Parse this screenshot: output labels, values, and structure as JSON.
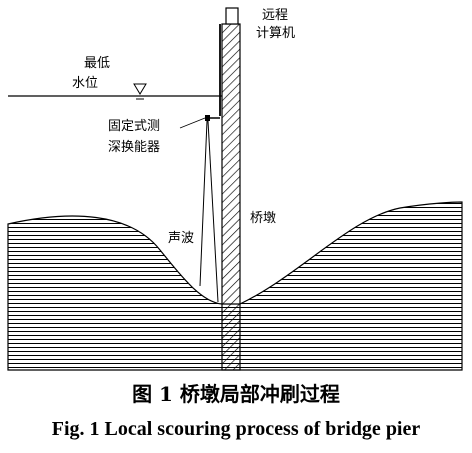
{
  "labels": {
    "computer_line1": "远程",
    "computer_line2": "计算机",
    "water_line1": "最低",
    "water_line2": "水位",
    "transducer_line1": "固定式测",
    "transducer_line2": "深换能器",
    "acoustic_wave": "声波",
    "pier": "桥墩"
  },
  "caption": {
    "chinese": "图 1 桥墩局部冲刷过程",
    "english": "Fig. 1 Local scouring process of bridge pier"
  }
}
